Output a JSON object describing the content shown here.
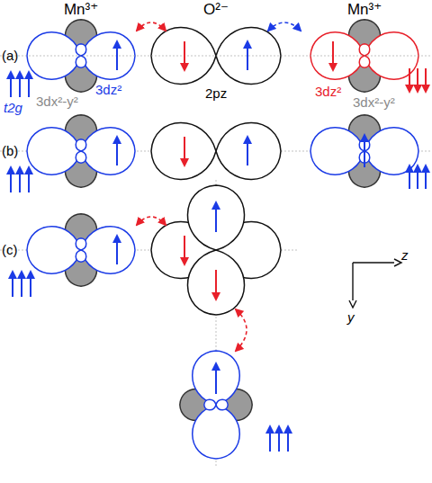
{
  "diagram": {
    "labels": [
      "Mn³⁺",
      "O²⁻",
      "Mn³⁺",
      "(a)",
      "t2g",
      "3dx²-y²",
      "3dz²",
      "2pz",
      "3dz²",
      "3dx²-y²",
      "(b)",
      "(c)",
      "z",
      "y"
    ]
  }
}
